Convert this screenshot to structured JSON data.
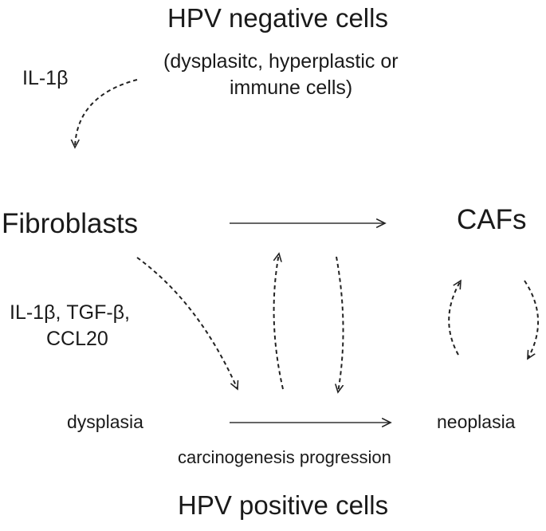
{
  "labels": {
    "hpv_negative_title": "HPV negative cells",
    "hpv_negative_sub_line1": "(dysplasitc, hyperplastic or",
    "hpv_negative_sub_line2": "immune cells)",
    "il1b_top": "IL-1β",
    "fibroblasts": "Fibroblasts",
    "cafs": "CAFs",
    "cytokines_line1": "IL-1β, TGF-β,",
    "cytokines_line2": "CCL20",
    "dysplasia": "dysplasia",
    "neoplasia": "neoplasia",
    "progression": "carcinogenesis progression",
    "hpv_positive_title": "HPV positive cells"
  },
  "colors": {
    "text": "#1a1a1a",
    "arrow": "#222222",
    "background": "#ffffff"
  }
}
